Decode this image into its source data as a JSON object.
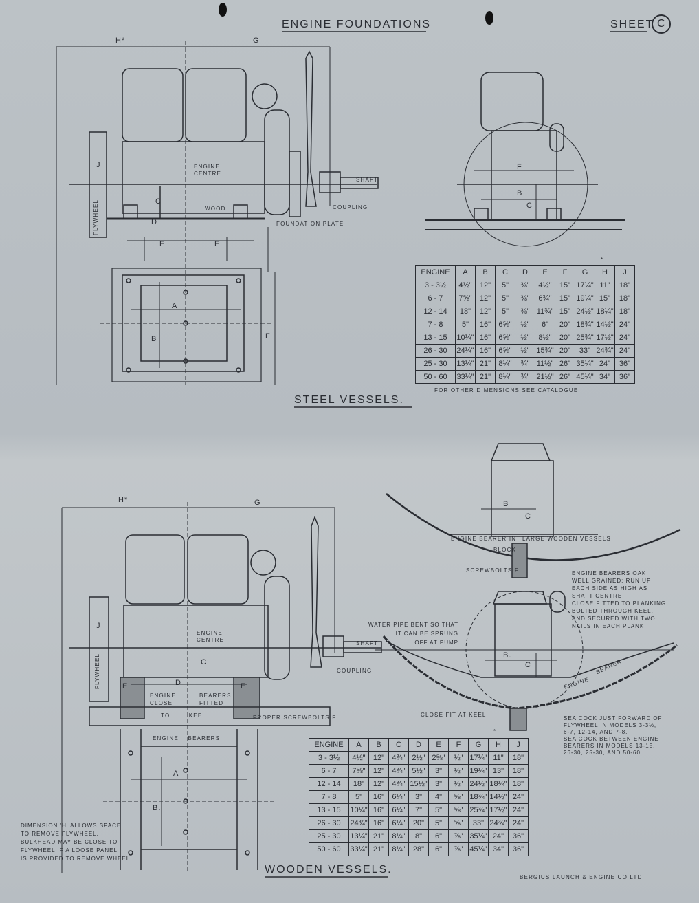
{
  "header": {
    "title": "ENGINE FOUNDATIONS",
    "sheet_label": "SHEET",
    "sheet_id": "C"
  },
  "steel": {
    "heading": "STEEL VESSELS.",
    "labels": {
      "h": "H*",
      "g": "G",
      "j": "J",
      "flywheel": "FLYWHEEL",
      "engine_centre": "ENGINE CENTRE",
      "shaft": "SHAFT",
      "coupling": "COUPLING",
      "wood": "WOOD",
      "c": "C",
      "d": "D",
      "foundation_plate": "FOUNDATION PLATE",
      "e1": "E",
      "e2": "E",
      "a": "A",
      "b": "B",
      "f": "F",
      "end_f": "F",
      "end_b": "B",
      "end_c": "C"
    },
    "table": {
      "headers": [
        "ENGINE",
        "A",
        "B",
        "C",
        "D",
        "E",
        "F",
        "G",
        "H",
        "J"
      ],
      "h_mark": "*",
      "rows": [
        [
          "3 - 3½",
          "4½\"",
          "12\"",
          "5\"",
          "⅜\"",
          "4½\"",
          "15\"",
          "17¼\"",
          "11\"",
          "18\""
        ],
        [
          "6 - 7",
          "7⅝\"",
          "12\"",
          "5\"",
          "⅜\"",
          "6¾\"",
          "15\"",
          "19¼\"",
          "15\"",
          "18\""
        ],
        [
          "12 - 14",
          "18\"",
          "12\"",
          "5\"",
          "⅜\"",
          "11¾\"",
          "15\"",
          "24½\"",
          "18¼\"",
          "18\""
        ],
        [
          "7 - 8",
          "5\"",
          "16\"",
          "6⅝\"",
          "½\"",
          "6\"",
          "20\"",
          "18¾\"",
          "14½\"",
          "24\""
        ],
        [
          "13 - 15",
          "10¼\"",
          "16\"",
          "6⅝\"",
          "½\"",
          "8½\"",
          "20\"",
          "25¾\"",
          "17½\"",
          "24\""
        ],
        [
          "26 - 30",
          "24¼\"",
          "16\"",
          "6⅝\"",
          "½\"",
          "15¾\"",
          "20\"",
          "33\"",
          "24¾\"",
          "24\""
        ],
        [
          "25 - 30",
          "13¼\"",
          "21\"",
          "8¼\"",
          "¾\"",
          "11½\"",
          "26\"",
          "35¼\"",
          "24\"",
          "36\""
        ],
        [
          "50 - 60",
          "33¼\"",
          "21\"",
          "8¼\"",
          "¾\"",
          "21½\"",
          "26\"",
          "45¼\"",
          "34\"",
          "36\""
        ]
      ],
      "footnote": "FOR OTHER DIMENSIONS SEE CATALOGUE."
    }
  },
  "wooden": {
    "heading": "WOODEN VESSELS.",
    "labels": {
      "h": "H*",
      "g": "G",
      "j": "J",
      "flywheel": "FLYWHEEL",
      "engine_centre": "ENGINE CENTRE",
      "shaft": "SHAFT",
      "coupling": "COUPLING",
      "c": "C",
      "d": "D",
      "e1": "E",
      "e2": "E",
      "engine_close": "ENGINE CLOSE",
      "bearers_fitted": "BEARERS FITTED",
      "to_keel": "TO        KEEL",
      "proper_screwbolts": "PROPER SCREWBOLTS F",
      "engine_bearers": "ENGINE    BEARERS",
      "a": "A",
      "b": "B.",
      "end_b": "B",
      "end_c": "C",
      "engine_bearer_in": "ENGINE BEARER IN",
      "large_wooden_vessels": "LARGE WOODEN VESSELS",
      "block": "BLOCK",
      "screwbolts_f": "SCREWBOLTS F",
      "section_b": "B.",
      "section_c": "C",
      "water_pipe": "WATER PIPE BENT SO THAT\nIT CAN BE SPRUNG\nOFF AT PUMP",
      "close_fit": "CLOSE FIT AT KEEL",
      "engine_bearer_curve_1": "ENGINE",
      "engine_bearer_curve_2": "BEARER"
    },
    "notes": {
      "bearers": "ENGINE BEARERS OAK\nWELL GRAINED: RUN UP\nEACH SIDE AS HIGH AS\nSHAFT CENTRE.\nCLOSE FITTED TO PLANKING\nBOLTED THROUGH KEEL,\nAND SECURED WITH TWO\nNAILS IN EACH PLANK",
      "sea_cock": "SEA COCK JUST FORWARD OF\nFLYWHEEL IN MODELS 3-3½,\n6-7, 12-14, AND 7-8.\nSEA COCK BETWEEN ENGINE\nBEARERS IN MODELS 13-15,\n26-30, 25-30, AND 50-60.",
      "dimension_h": "DIMENSION 'H' ALLOWS SPACE\nTO REMOVE FLYWHEEL.\nBULKHEAD MAY BE CLOSE TO\nFLYWHEEL IF A LOOSE PANEL\nIS PROVIDED TO REMOVE WHEEL."
    },
    "table": {
      "headers": [
        "ENGINE",
        "A",
        "B",
        "C",
        "D",
        "E",
        "F",
        "G",
        "H",
        "J"
      ],
      "h_mark": "*",
      "rows": [
        [
          "3 - 3½",
          "4½\"",
          "12\"",
          "4¾\"",
          "2½\"",
          "2⅝\"",
          "½\"",
          "17¼\"",
          "11\"",
          "18\""
        ],
        [
          "6 - 7",
          "7⅝\"",
          "12\"",
          "4¾\"",
          "5½\"",
          "3\"",
          "½\"",
          "19¼\"",
          "13\"",
          "18\""
        ],
        [
          "12 - 14",
          "18\"",
          "12\"",
          "4¾\"",
          "15½\"",
          "3\"",
          "½\"",
          "24½\"",
          "18¼\"",
          "18\""
        ],
        [
          "7 - 8",
          "5\"",
          "16\"",
          "6¼\"",
          "3\"",
          "4\"",
          "⅝\"",
          "18¾\"",
          "14½\"",
          "24\""
        ],
        [
          "13 - 15",
          "10¼\"",
          "16\"",
          "6¼\"",
          "7\"",
          "5\"",
          "⅝\"",
          "25¾\"",
          "17½\"",
          "24\""
        ],
        [
          "26 - 30",
          "24¾\"",
          "16\"",
          "6¼\"",
          "20\"",
          "5\"",
          "⅝\"",
          "33\"",
          "24¾\"",
          "24\""
        ],
        [
          "25 - 30",
          "13¼\"",
          "21\"",
          "8¼\"",
          "8\"",
          "6\"",
          "⅞\"",
          "35¼\"",
          "24\"",
          "36\""
        ],
        [
          "50 - 60",
          "33¼\"",
          "21\"",
          "8¼\"",
          "28\"",
          "6\"",
          "⅞\"",
          "45¼\"",
          "34\"",
          "36\""
        ]
      ]
    }
  },
  "footer": {
    "maker": "BERGIUS LAUNCH & ENGINE CO LTD"
  }
}
